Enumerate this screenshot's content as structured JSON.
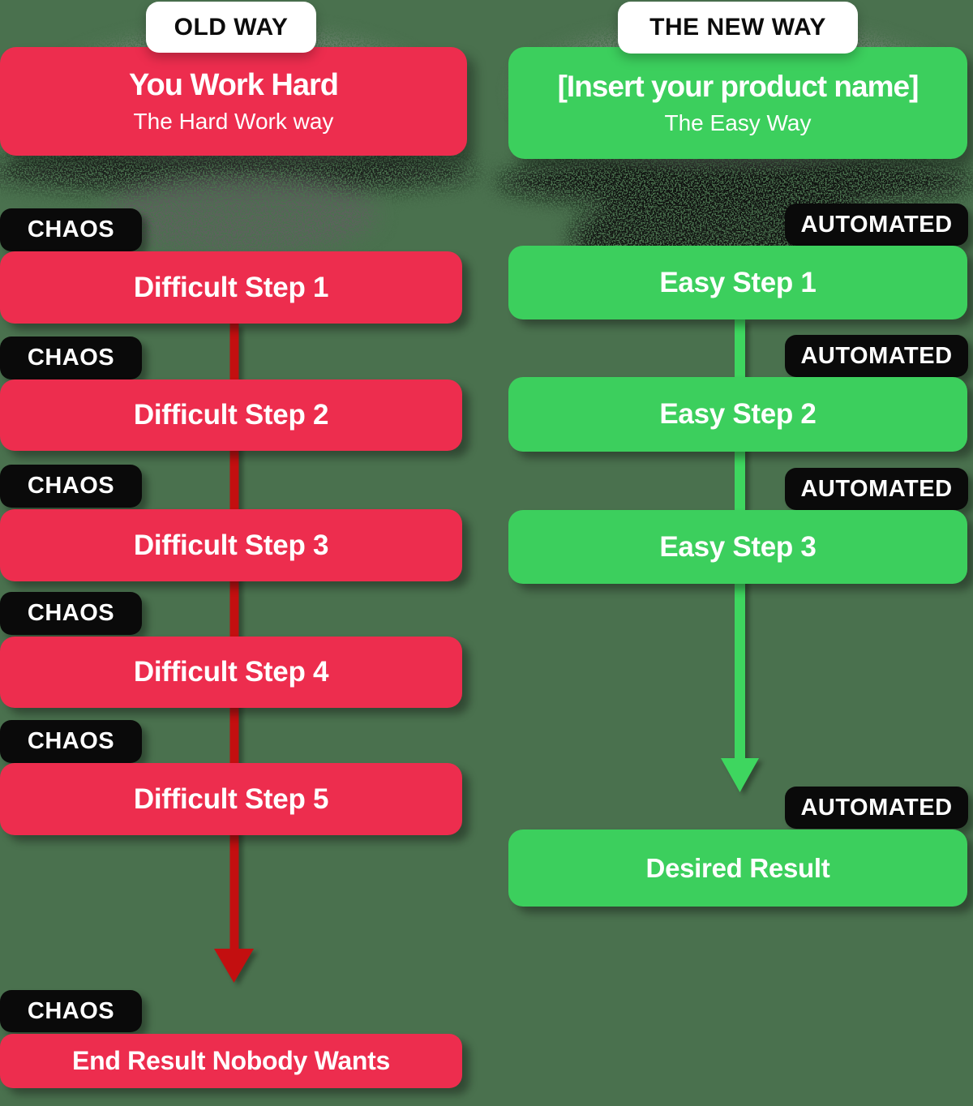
{
  "background_color": "#4A714E",
  "badge_color": "#0A0A0A",
  "left_column": {
    "tag_label": "OLD WAY",
    "header_title": "You Work Hard",
    "header_subtitle": "The Hard Work way",
    "badge_label": "CHAOS",
    "steps": [
      "Difficult Step 1",
      "Difficult Step 2",
      "Difficult Step 3",
      "Difficult Step 4",
      "Difficult Step 5"
    ],
    "result_label": "End Result Nobody Wants",
    "box_color": "#ED2D4E",
    "arrow_color": "#C30F10"
  },
  "right_column": {
    "tag_label": "THE NEW WAY",
    "header_title": "[Insert your product name]",
    "header_subtitle": "The Easy Way",
    "badge_label": "AUTOMATED",
    "steps": [
      "Easy Step 1",
      "Easy Step 2",
      "Easy Step 3"
    ],
    "result_label": "Desired Result",
    "box_color": "#3CCF5D",
    "arrow_color": "#3ED65F"
  }
}
